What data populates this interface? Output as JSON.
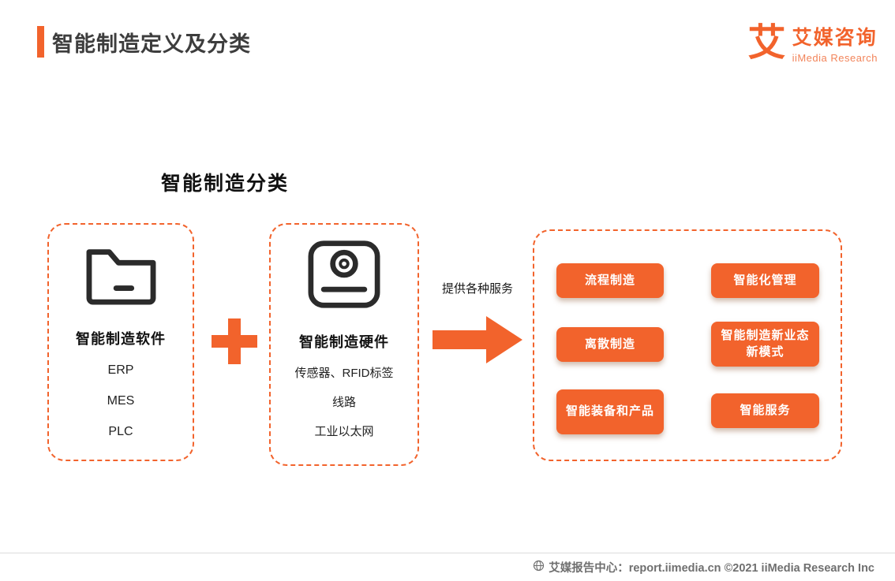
{
  "colors": {
    "accent": "#F2632C"
  },
  "header": {
    "title": "智能制造定义及分类",
    "logo": {
      "glyph": "艾",
      "brand": "艾媒咨询",
      "subbrand": "iiMedia Research"
    }
  },
  "diagram": {
    "subtitle": "智能制造分类",
    "software": {
      "title": "智能制造软件",
      "items": [
        "ERP",
        "MES",
        "PLC"
      ],
      "icon": "folder-icon"
    },
    "hardware": {
      "title": "智能制造硬件",
      "items": [
        "传感器、RFID标签",
        "线路",
        "工业以太网"
      ],
      "icon": "device-icon"
    },
    "plus_symbol": "+",
    "arrow_label": "提供各种服务",
    "services": [
      "流程制造",
      "智能化管理",
      "离散制造",
      "智能制造新业态新模式",
      "智能装备和产品",
      "智能服务"
    ]
  },
  "footer": {
    "text": "艾媒报告中心：report.iimedia.cn ©2021  iiMedia Research Inc"
  }
}
